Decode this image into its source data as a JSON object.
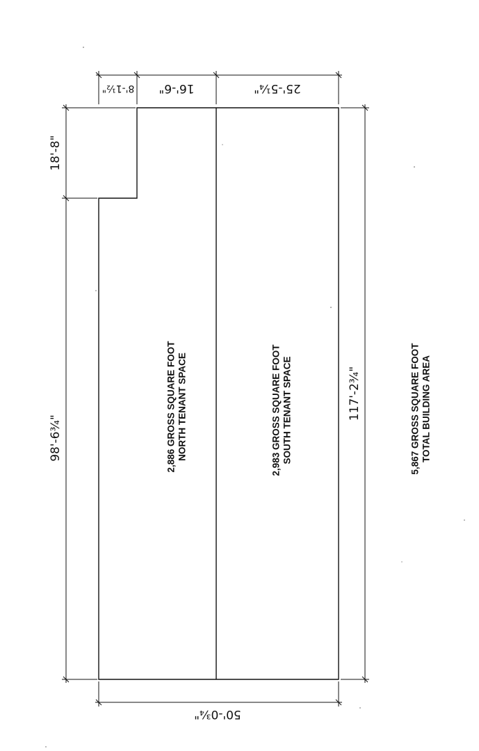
{
  "spaces": {
    "north": {
      "area": "2,886 GROSS SQUARE FOOT",
      "name": "NORTH TENANT SPACE"
    },
    "south": {
      "area": "2,983 GROSS SQUARE FOOT",
      "name": "SOUTH TENANT SPACE"
    },
    "total": {
      "area": "5,867 GROSS SQUARE FOOT",
      "name": "TOTAL BUILDING AREA"
    }
  },
  "dimensions": {
    "top_small": "8'-1½\"",
    "top_mid": "16'-6\"",
    "top_right": "25'-5¼\"",
    "notch_height": "18'-8\"",
    "left_length": "98'-6¾\"",
    "right_length": "117'-2¾\"",
    "bottom_width": "50'-0¾\""
  }
}
